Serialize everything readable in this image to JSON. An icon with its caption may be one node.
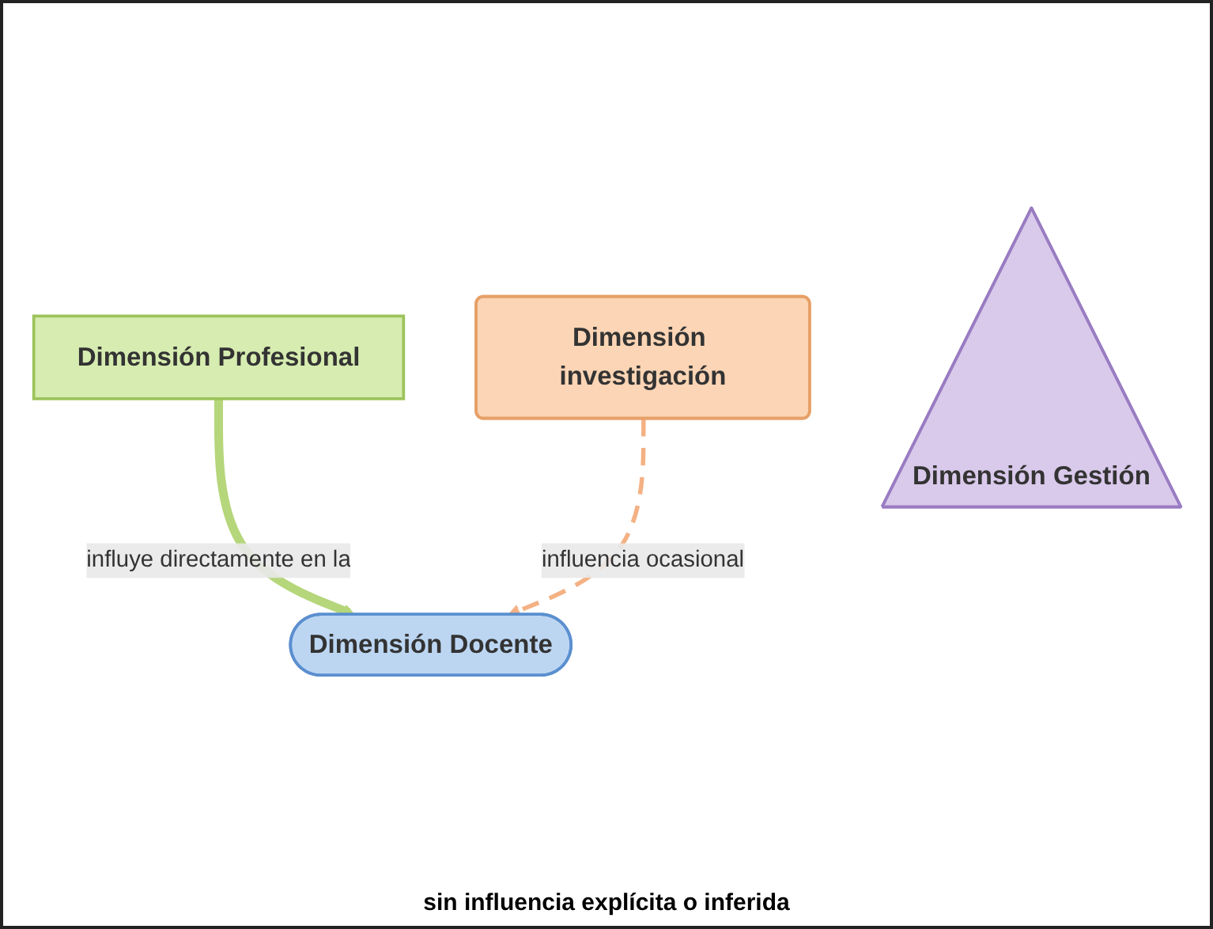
{
  "diagram": {
    "nodes": [
      {
        "text": [
          "Dimensión Profesional"
        ]
      },
      {
        "text": [
          "Dimensión Docente"
        ]
      },
      {
        "text": [
          "Dimensión investigación"
        ]
      },
      {
        "text": [
          "Dimensión Gestión"
        ]
      }
    ],
    "edges": [
      {
        "from": 0,
        "to": 1,
        "arrow": "to",
        "label": "influye directamente en la",
        "style": "thick",
        "color": "#b5d67a"
      },
      {
        "from": 2,
        "to": 1,
        "arrow": "to",
        "label": "influencia ocasional",
        "style": "dashed",
        "color": "#f4b183"
      }
    ],
    "labels": [
      "sin influencia explícita o inferida"
    ]
  }
}
